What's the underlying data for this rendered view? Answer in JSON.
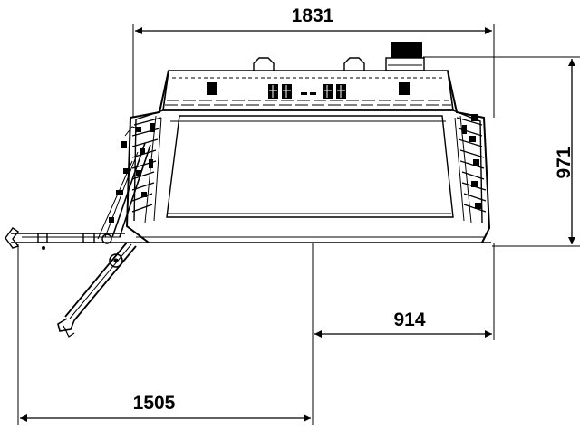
{
  "drawing": {
    "type": "technical dimension drawing",
    "line_color": "#000000",
    "background": "#ffffff",
    "dimensions": {
      "top_width": "1831",
      "height": "971",
      "right_offset": "914",
      "bottom_width": "1505"
    }
  }
}
